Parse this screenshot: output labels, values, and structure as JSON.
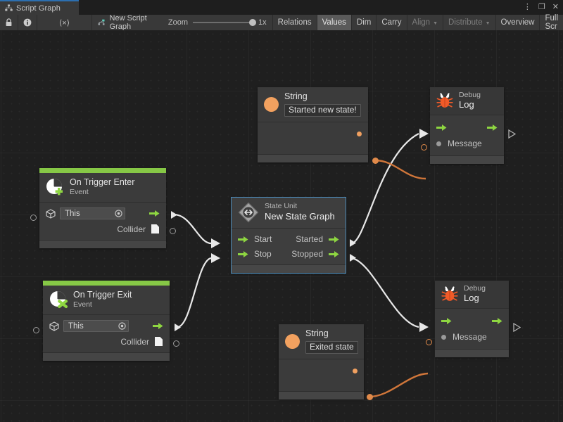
{
  "window": {
    "tab_label": "Script Graph",
    "tab_icon": "graph-icon",
    "controls": {
      "menu": "⋮",
      "maximize": "❐",
      "close": "✕"
    }
  },
  "toolbar": {
    "lock_icon": "lock-icon",
    "info_icon": "info-icon",
    "code_icon": "code-icon",
    "code_label": "⟨×⟩",
    "graph_icon": "script-graph-icon",
    "graph_name": "New Script Graph",
    "zoom_label": "Zoom",
    "zoom_value": "1x",
    "items": [
      {
        "label": "Relations",
        "state": "normal",
        "caret": false
      },
      {
        "label": "Values",
        "state": "active",
        "caret": false
      },
      {
        "label": "Dim",
        "state": "normal",
        "caret": false
      },
      {
        "label": "Carry",
        "state": "normal",
        "caret": false
      },
      {
        "label": "Align",
        "state": "dim",
        "caret": true
      },
      {
        "label": "Distribute",
        "state": "dim",
        "caret": true
      },
      {
        "label": "Overview",
        "state": "normal",
        "caret": false
      },
      {
        "label": "Full Scr",
        "state": "normal",
        "caret": false
      }
    ]
  },
  "graph": {
    "nodes": {
      "string_top": {
        "type_title": "String",
        "value": "Started new state!",
        "icon": "string-orange-circle-icon"
      },
      "string_bottom": {
        "type_title": "String",
        "value": "Exited state",
        "icon": "string-orange-circle-icon"
      },
      "debug_log_top": {
        "subtitle": "Debug",
        "title": "Log",
        "icon": "bug-icon",
        "input_port": "Message"
      },
      "debug_log_bottom": {
        "subtitle": "Debug",
        "title": "Log",
        "icon": "bug-icon",
        "input_port": "Message"
      },
      "on_trigger_enter": {
        "title": "On Trigger Enter",
        "subtitle": "Event",
        "icon": "event-enter-icon",
        "target_value": "This",
        "target_icon": "gameobject-cube-icon",
        "output_port": "Collider",
        "output_icon": "collider-file-icon"
      },
      "on_trigger_exit": {
        "title": "On Trigger Exit",
        "subtitle": "Event",
        "icon": "event-exit-icon",
        "target_value": "This",
        "target_icon": "gameobject-cube-icon",
        "output_port": "Collider",
        "output_icon": "collider-file-icon"
      },
      "state_unit": {
        "subtitle": "State Unit",
        "title": "New  State  Graph",
        "icon": "state-unit-diamond-icon",
        "selected": true,
        "in_ports": [
          "Start",
          "Stop"
        ],
        "out_ports": [
          "Started",
          "Stopped"
        ]
      }
    },
    "colors": {
      "flow_wire": "#e8e8e8",
      "value_wire": "#d0763a",
      "event_accent": "#86c846",
      "selection": "#4b88b5",
      "flow_arrow": "#8ed641",
      "string_orange": "#f2a15f",
      "canvas_bg": "#1f1f1f"
    }
  }
}
